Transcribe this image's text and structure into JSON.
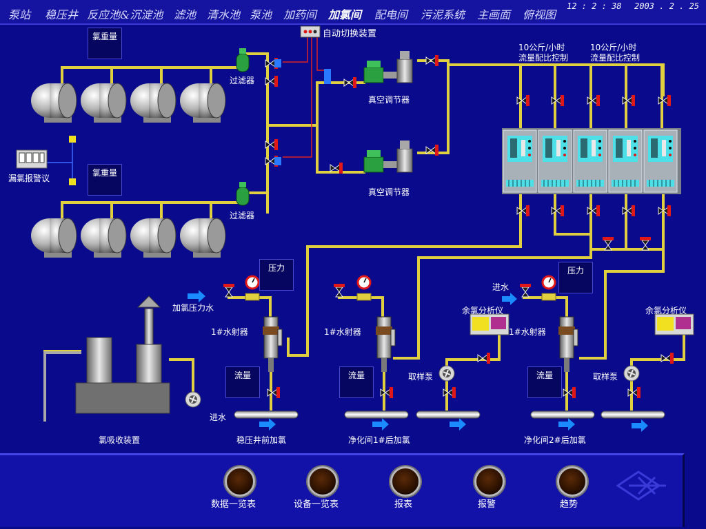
{
  "nav": {
    "items": [
      "泵站",
      "稳压井",
      "反应池&沉淀池",
      "滤池",
      "清水池",
      "泵池",
      "加药间",
      "加氯间",
      "配电间",
      "污泥系统",
      "主画面",
      "俯视图"
    ],
    "active": "加氯间"
  },
  "clock": {
    "time": "12 : 2 : 38",
    "date": "2003 . 2 . 25"
  },
  "diagram": {
    "auto_switch": "自动切换装置",
    "chlorine_weight_top": "氯重量",
    "chlorine_weight_bottom": "氯重量",
    "filter_top": "过滤器",
    "filter_bottom": "过滤器",
    "leak_alarm": "漏氯报警议",
    "vacuum_regulator_top": "真空调节器",
    "vacuum_regulator_bottom": "真空调节器",
    "flow_ratio_1": "10公斤/小时\n流量配比控制",
    "flow_ratio_2": "10公斤/小时\n流量配比控制",
    "pressure_1": "压力",
    "pressure_2": "压力",
    "pressure_water": "加氯压力水",
    "ejector_1": "1#水射器",
    "ejector_2": "1#水射器",
    "ejector_3": "1#水射器",
    "inlet_water_1": "进水",
    "inlet_water_2": "进水",
    "residual_analyzer_1": "余氯分析仪",
    "residual_analyzer_2": "余氯分析仪",
    "flow_1": "流量",
    "flow_2": "流量",
    "flow_3": "流量",
    "sample_pump_1": "取样泵",
    "sample_pump_2": "取样泵",
    "absorber": "氯吸收装置",
    "dosing_1": "稳压井前加氯",
    "dosing_2": "净化间1#后加氯",
    "dosing_3": "净化间2#后加氯"
  },
  "buttons": [
    "数据一览表",
    "设备一览表",
    "报表",
    "报警",
    "趋势"
  ],
  "colors": {
    "background": "#0a0a8c",
    "pipe": "#e0d040",
    "valve_red": "#e01818",
    "panel": "#a8b0b8",
    "signal_line": "#e02020"
  }
}
